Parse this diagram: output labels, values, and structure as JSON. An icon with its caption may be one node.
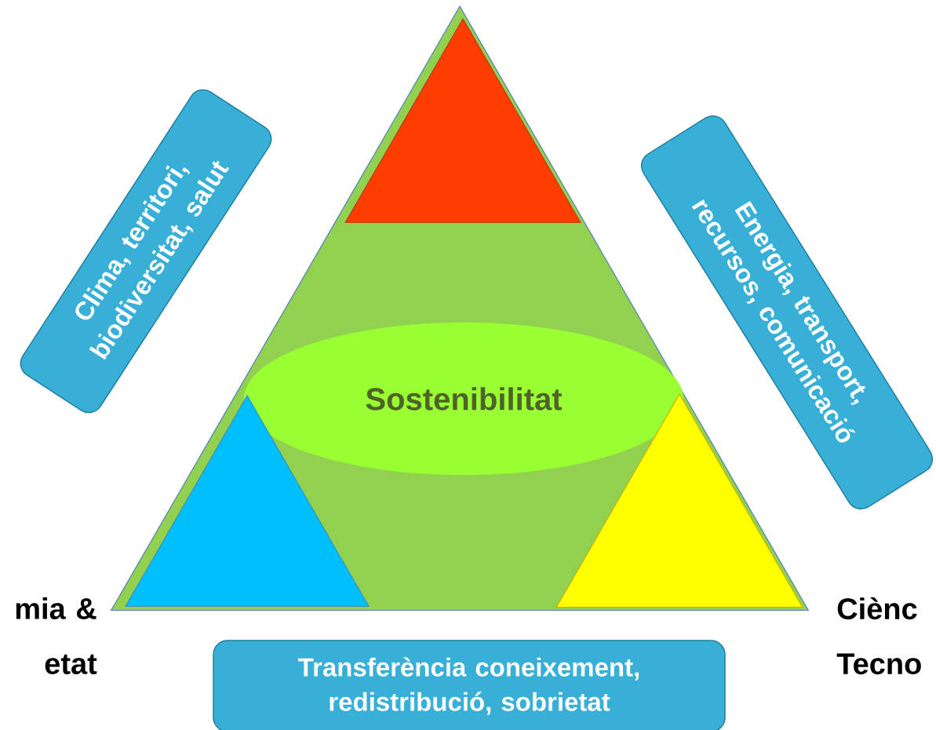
{
  "diagram": {
    "nodes": [
      {
        "text": [],
        "shape": "triangle"
      },
      {
        "text": [],
        "shape": "triangle",
        "in": 0
      },
      {
        "text": [
          "Sostenibilitat"
        ],
        "in": 0
      },
      {
        "text": [],
        "shape": "triangle",
        "in": 0
      },
      {
        "text": [],
        "shape": "triangle",
        "in": 0
      },
      {
        "text": [
          "Clima, territori, biodiversitat, salut"
        ]
      },
      {
        "text": [
          "Energia, transport, recursos, comunicació"
        ]
      },
      {
        "text": [
          "Transferència coneixement, redistribució, sobrietat"
        ]
      }
    ],
    "labels": [
      "mia & etat",
      "Ciènc Tecno"
    ]
  }
}
